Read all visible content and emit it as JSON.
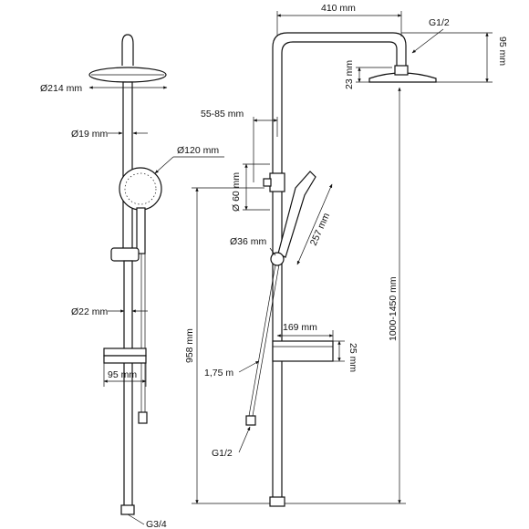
{
  "labels": {
    "head_diameter": "Ø214 mm",
    "pipe_diameter_top": "Ø19 mm",
    "hand_shower_diameter": "Ø120 mm",
    "pipe_diameter_bottom": "Ø22 mm",
    "shelf_depth": "95 mm",
    "bottom_thread": "G3/4",
    "arm_length": "410 mm",
    "head_thread": "G1/2",
    "arm_height": "95 mm",
    "head_height": "23 mm",
    "holder_range": "55-85 mm",
    "holder_diameter": "Ø 60 mm",
    "hand_shower_length": "257 mm",
    "diverter_diameter": "Ø36 mm",
    "total_height": "958 mm",
    "adjustable_height": "1000-1450 mm",
    "shelf_width": "169 mm",
    "shelf_height": "25 mm",
    "hose_length": "1,75 m",
    "hose_thread": "G1/2"
  }
}
